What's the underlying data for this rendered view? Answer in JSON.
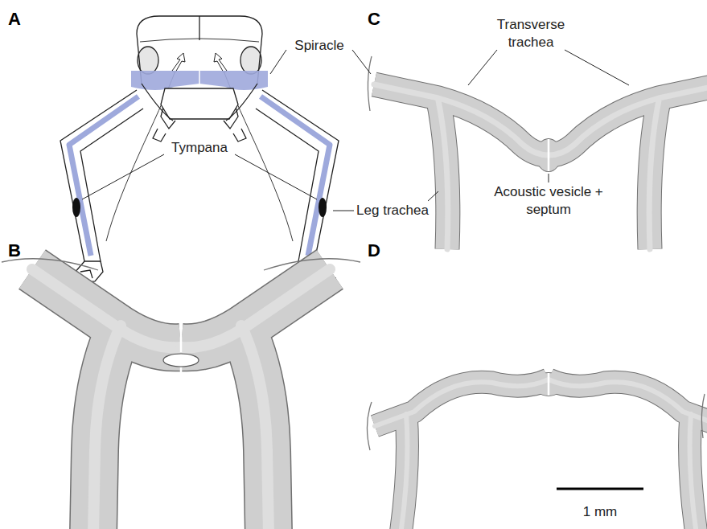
{
  "diagram": {
    "labels": [
      "A",
      "B",
      "C",
      "D",
      "Spiracle",
      "Tympana",
      "Transverse trachea",
      "Acoustic vesicle + septum",
      "Leg trachea",
      "1 mm"
    ]
  }
}
